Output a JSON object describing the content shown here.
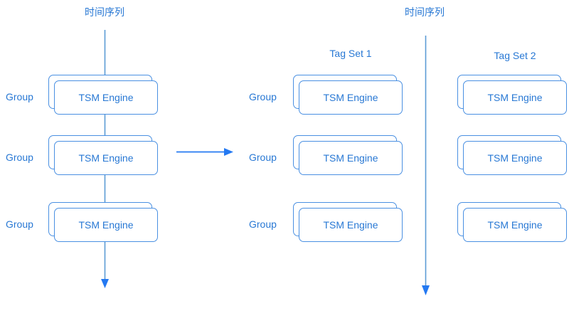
{
  "colors": {
    "text": "#2878d4",
    "box_border": "#4a90e2",
    "line": "#5b9bd5",
    "arrow": "#2479f2"
  },
  "columns": [
    {
      "id": "left",
      "flow_label": "时间序列",
      "rows": [
        {
          "group_label": "Group",
          "engine_label": "TSM Engine"
        },
        {
          "group_label": "Group",
          "engine_label": "TSM Engine"
        },
        {
          "group_label": "Group",
          "engine_label": "TSM Engine"
        }
      ]
    },
    {
      "id": "middle",
      "header": "Tag Set 1",
      "rows": [
        {
          "group_label": "Group",
          "engine_label": "TSM Engine"
        },
        {
          "group_label": "Group",
          "engine_label": "TSM Engine"
        },
        {
          "group_label": "Group",
          "engine_label": "TSM Engine"
        }
      ]
    },
    {
      "id": "right",
      "flow_label": "时间序列",
      "header": "Tag Set 2",
      "rows": [
        {
          "engine_label": "TSM Engine"
        },
        {
          "engine_label": "TSM Engine"
        },
        {
          "engine_label": "TSM Engine"
        }
      ]
    }
  ]
}
